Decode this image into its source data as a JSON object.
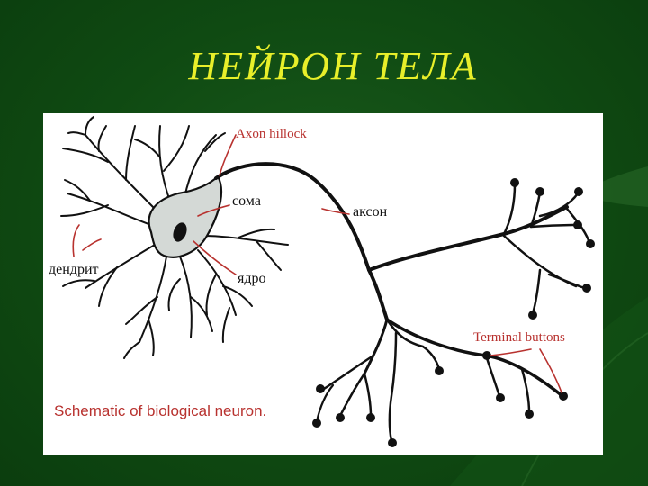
{
  "slide": {
    "title": "НЕЙРОН ТЕЛА",
    "title_color": "#e8ef2a",
    "background_color": "#0f4712"
  },
  "diagram": {
    "labels": {
      "axon_hillock": "Axon hillock",
      "soma": "сома",
      "axon": "аксон",
      "dendrite": "дендрит",
      "nucleus": "ядро",
      "terminal_buttons": "Terminal buttons"
    },
    "caption": "Schematic of biological neuron.",
    "label_color": "#b8322f",
    "soma_fill": "#d4d9d6"
  }
}
